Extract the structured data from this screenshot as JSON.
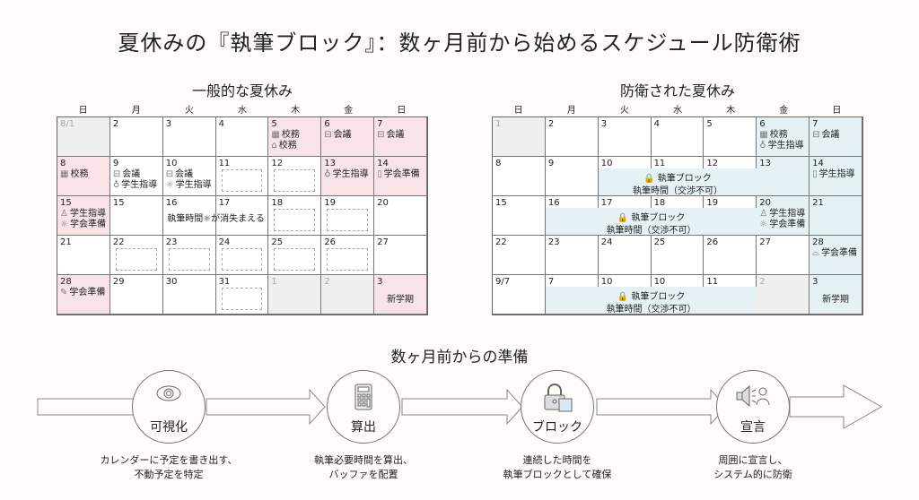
{
  "title": "夏休みの『執筆ブロック』：数ヶ月前から始めるスケジュール防衛術",
  "weekdays": [
    "日",
    "月",
    "火",
    "水",
    "木",
    "金",
    "日"
  ],
  "calendars": [
    {
      "id": "normal",
      "title": "一般的な夏休み",
      "cells": [
        {
          "day": "8/1",
          "state": "gray"
        },
        {
          "day": "2"
        },
        {
          "day": "3"
        },
        {
          "day": "4"
        },
        {
          "day": "5",
          "state": "pink",
          "events": [
            {
              "icon": "calendar",
              "text": "校務"
            },
            {
              "icon": "building",
              "text": "校務"
            }
          ]
        },
        {
          "day": "6",
          "state": "pink",
          "events": [
            {
              "icon": "briefcase",
              "text": "会議"
            }
          ]
        },
        {
          "day": "7",
          "state": "pink",
          "events": [
            {
              "icon": "briefcase",
              "text": "会議"
            }
          ]
        },
        {
          "day": "8",
          "state": "pink",
          "events": [
            {
              "icon": "calendar",
              "text": "校務"
            }
          ]
        },
        {
          "day": "9",
          "events": [
            {
              "icon": "briefcase",
              "text": "会議"
            },
            {
              "icon": "people",
              "text": "学生指導"
            }
          ]
        },
        {
          "day": "10",
          "events": [
            {
              "icon": "briefcase",
              "text": "会議"
            },
            {
              "icon": "bulb",
              "text": "学生指導"
            }
          ]
        },
        {
          "day": "11",
          "empty": true
        },
        {
          "day": "12",
          "empty": true
        },
        {
          "day": "13",
          "state": "pink",
          "events": [
            {
              "icon": "people",
              "text": "学生指導"
            }
          ]
        },
        {
          "day": "14",
          "state": "pink",
          "events": [
            {
              "icon": "document",
              "text": "学会準備"
            }
          ]
        },
        {
          "day": "15",
          "state": "pink",
          "events": [
            {
              "icon": "person",
              "text": "学生指導"
            },
            {
              "icon": "bulb",
              "text": "学会準備"
            }
          ]
        },
        {
          "day": "15"
        },
        {
          "day": "16"
        },
        {
          "day": "17"
        },
        {
          "day": "18",
          "empty": true
        },
        {
          "day": "19",
          "empty": true
        },
        {
          "day": "20"
        },
        {
          "day": "21"
        },
        {
          "day": "22",
          "empty": true
        },
        {
          "day": "23",
          "empty": true
        },
        {
          "day": "24",
          "empty": true
        },
        {
          "day": "25",
          "empty": true
        },
        {
          "day": "26",
          "empty": true
        },
        {
          "day": "27"
        },
        {
          "day": "28",
          "state": "pink",
          "events": [
            {
              "icon": "pen",
              "text": "学会準備"
            }
          ]
        },
        {
          "day": "29"
        },
        {
          "day": "30"
        },
        {
          "day": "31",
          "empty": true
        },
        {
          "day": "1",
          "state": "gray"
        },
        {
          "day": "2",
          "state": "gray"
        },
        {
          "day": "3",
          "state": "pink",
          "center": "新学期"
        }
      ],
      "overlays": [
        {
          "week": 3,
          "from": "火",
          "to": "水",
          "lines": [
            "執筆時間☼が消失まえる"
          ],
          "block": false
        }
      ]
    },
    {
      "id": "protected",
      "title": "防衛された夏休み",
      "cells": [
        {
          "day": "1",
          "state": "gray"
        },
        {
          "day": "2"
        },
        {
          "day": "3"
        },
        {
          "day": "4"
        },
        {
          "day": "5"
        },
        {
          "day": "6",
          "state": "blue",
          "events": [
            {
              "icon": "calendar",
              "text": "校務"
            },
            {
              "icon": "people",
              "text": "学生指導"
            }
          ]
        },
        {
          "day": "7",
          "state": "blue",
          "events": [
            {
              "icon": "briefcase",
              "text": "会議"
            }
          ]
        },
        {
          "day": "8"
        },
        {
          "day": "9"
        },
        {
          "day": "10"
        },
        {
          "day": "11"
        },
        {
          "day": "12"
        },
        {
          "day": "13",
          "state": "blue"
        },
        {
          "day": "14",
          "state": "blue",
          "events": [
            {
              "icon": "document",
              "text": "学生指導"
            }
          ]
        },
        {
          "day": "15"
        },
        {
          "day": "16"
        },
        {
          "day": "17"
        },
        {
          "day": "18"
        },
        {
          "day": "19"
        },
        {
          "day": "20",
          "state": "blue",
          "events": [
            {
              "icon": "person",
              "text": "学生指導"
            },
            {
              "icon": "bulb",
              "text": "学会準備"
            }
          ]
        },
        {
          "day": "21",
          "state": "blue"
        },
        {
          "day": "22"
        },
        {
          "day": "23"
        },
        {
          "day": "24"
        },
        {
          "day": "25"
        },
        {
          "day": "26"
        },
        {
          "day": "27"
        },
        {
          "day": "28",
          "state": "blue",
          "events": [
            {
              "icon": "graduation",
              "text": "学会準備"
            }
          ]
        },
        {
          "day": "9/7"
        },
        {
          "day": "7"
        },
        {
          "day": "10"
        },
        {
          "day": "10"
        },
        {
          "day": "11"
        },
        {
          "day": "2",
          "state": "gray"
        },
        {
          "day": "3",
          "state": "blue",
          "center": "新学期"
        }
      ],
      "overlays": [
        {
          "week": 2,
          "from": "火",
          "to": "木",
          "lines": [
            "🔒 執筆ブロック",
            "執筆時間（交渉不可）"
          ],
          "block": true
        },
        {
          "week": 3,
          "from": "月",
          "to": "木",
          "lines": [
            "🔒 執筆ブロック",
            "執筆時間（交渉不可）"
          ],
          "block": true
        },
        {
          "week": 5,
          "from": "月",
          "to": "木",
          "lines": [
            "🔒 執筆ブロック",
            "執筆時間（交渉不可）"
          ],
          "block": true
        }
      ]
    }
  ],
  "prep": {
    "title": "数ヶ月前からの準備",
    "steps": [
      {
        "icon": "eye",
        "label": "可視化",
        "desc": [
          "カレンダーに予定を書き出す、",
          "不動予定を特定"
        ]
      },
      {
        "icon": "calculator",
        "label": "算出",
        "desc": [
          "執筆必要時間を算出、",
          "バッファを配置"
        ]
      },
      {
        "icon": "lock",
        "label": "ブロック",
        "desc": [
          "連続した時間を",
          "執筆ブロックとして確保"
        ]
      },
      {
        "icon": "megaphone",
        "label": "宣言",
        "desc": [
          "周囲に宣言し、",
          "システム的に防衛"
        ]
      }
    ]
  },
  "colors": {
    "pink": "#f8e4e6",
    "blue": "#e6f1f5",
    "gray": "#efefef"
  }
}
